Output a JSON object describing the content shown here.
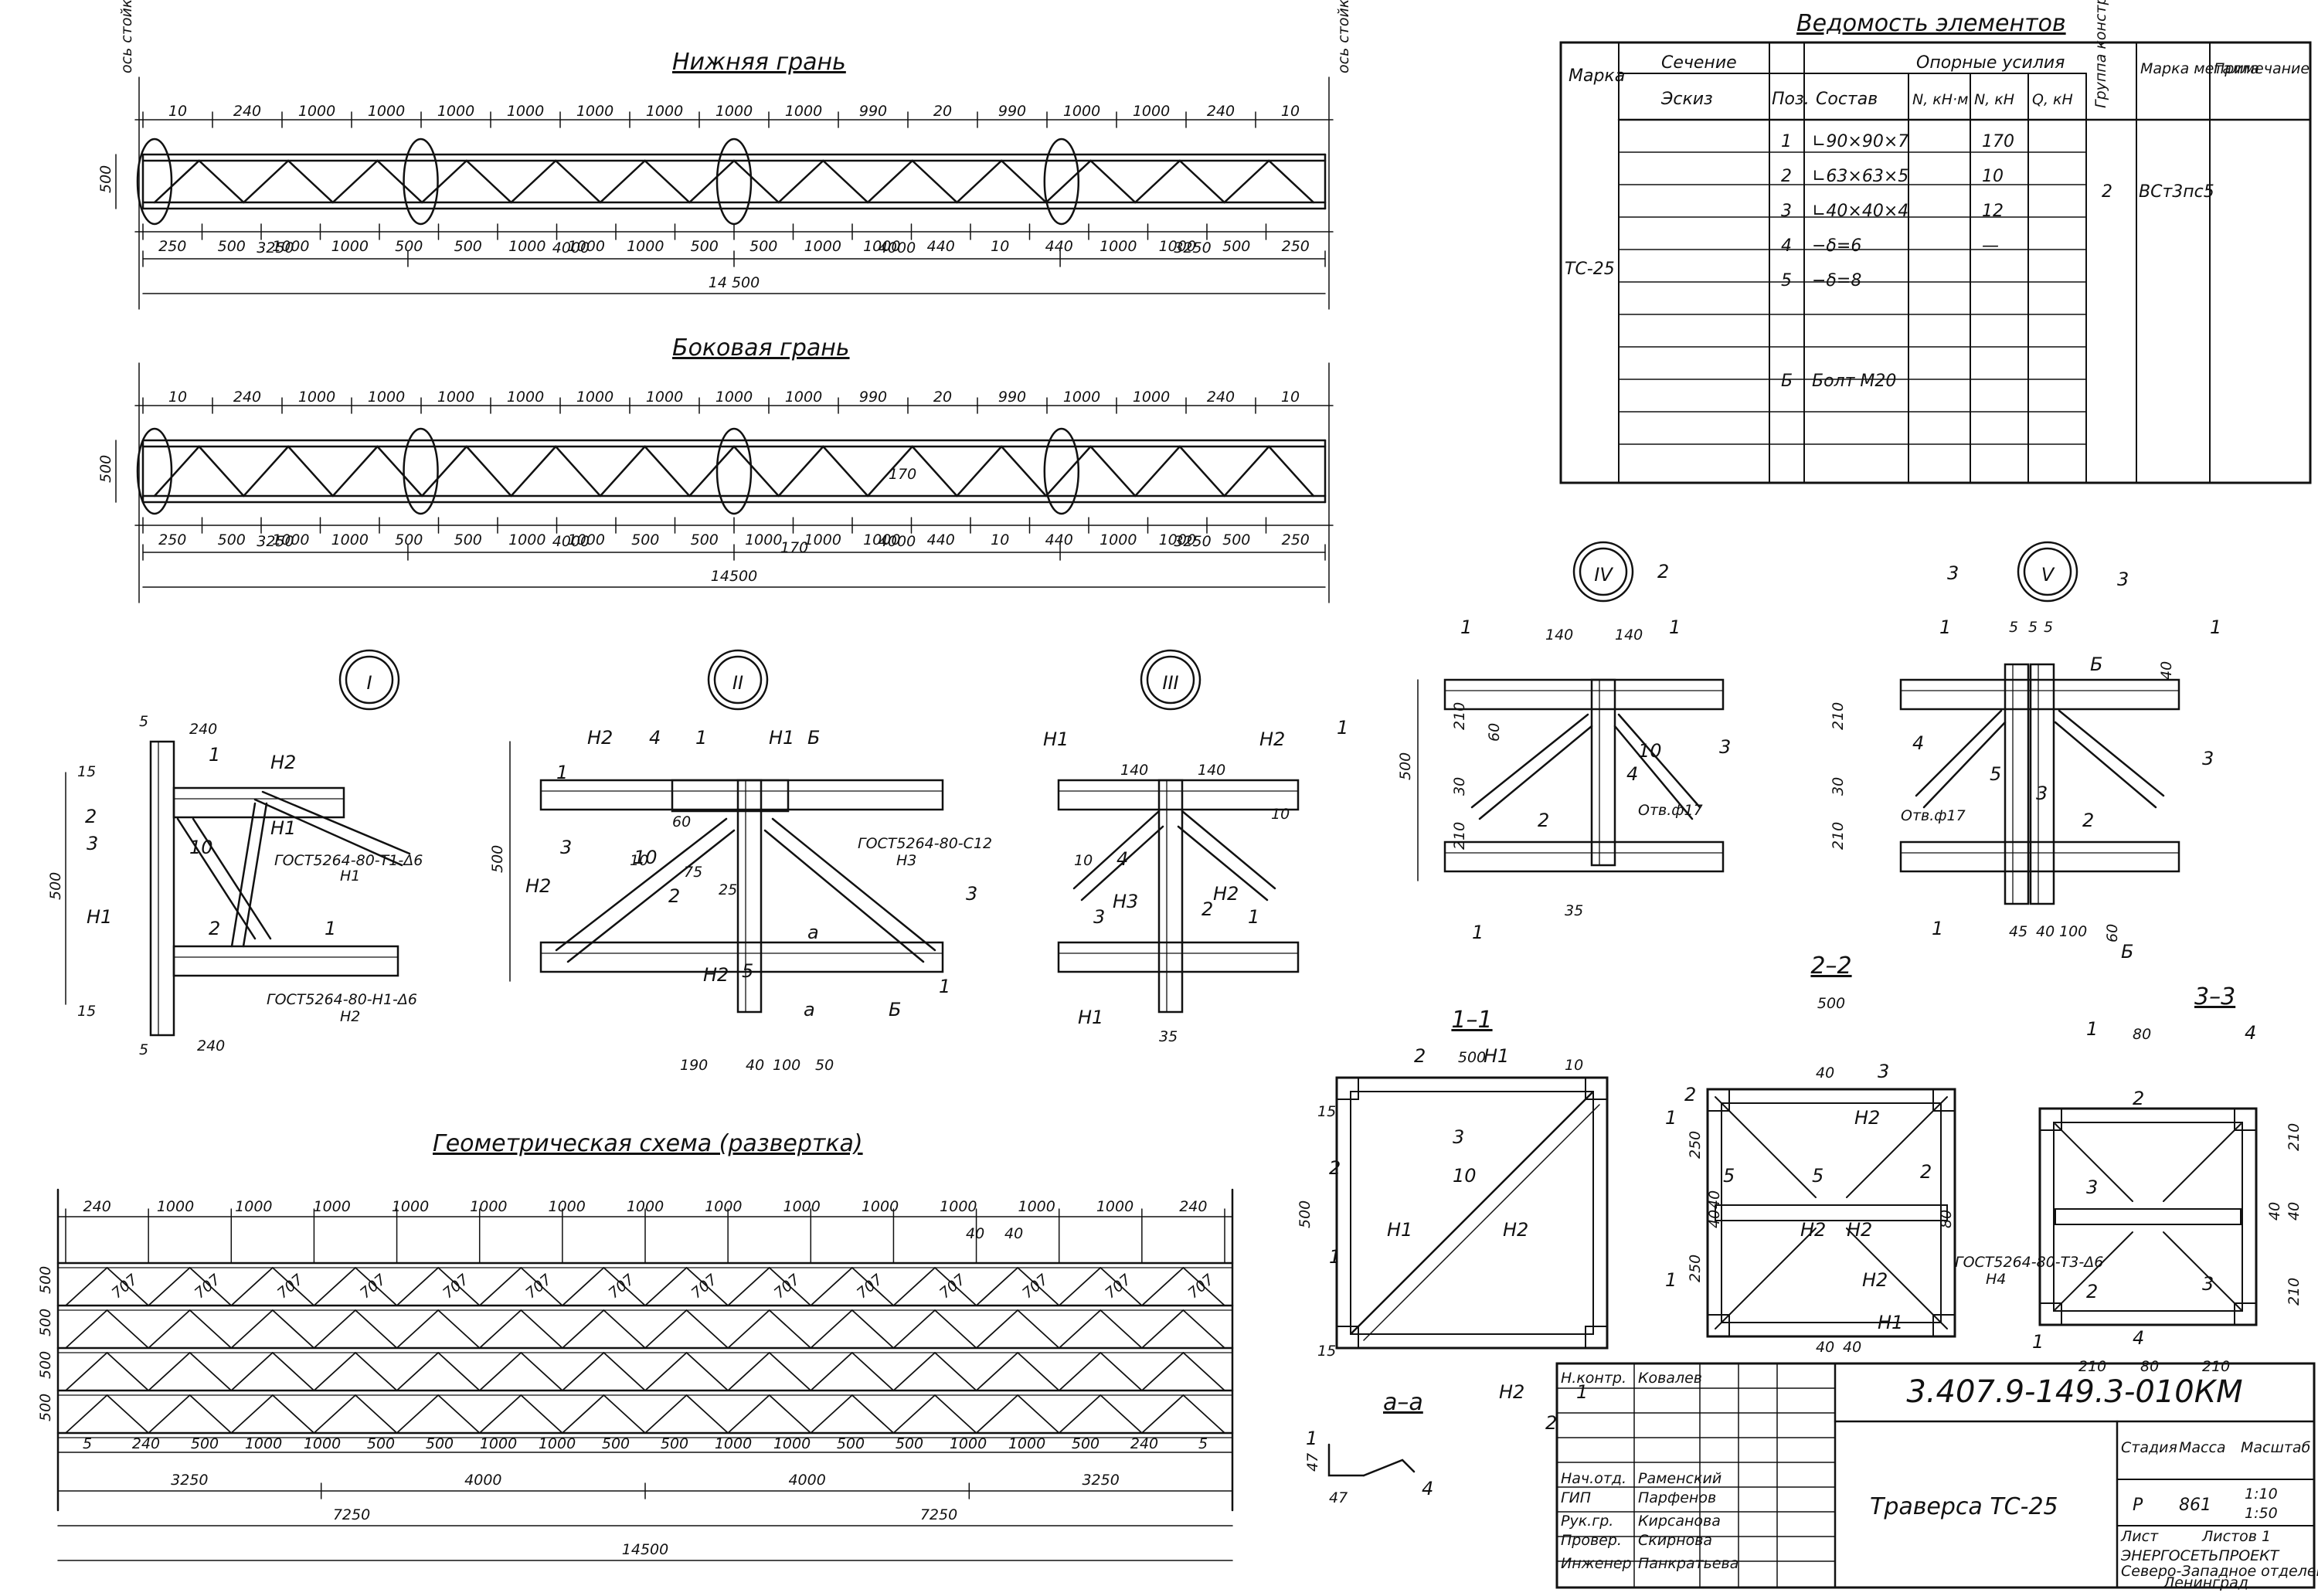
{
  "views": {
    "bottom": {
      "title": "Нижняя грань",
      "axis_left": "ось стойки",
      "axis_right": "ось стойки",
      "top_dims": [
        "10",
        "240",
        "1000",
        "1000",
        "1000",
        "1000",
        "1000",
        "1000",
        "1000",
        "1000",
        "990",
        "20",
        "990",
        "1000",
        "1000",
        "240",
        "10"
      ],
      "bot_dims": [
        "250",
        "500",
        "1000",
        "1000",
        "500",
        "500",
        "1000",
        "1000",
        "1000",
        "500",
        "500",
        "1000",
        "1000",
        "440",
        "10",
        "440",
        "1000",
        "1000",
        "500",
        "250"
      ],
      "span_dims": [
        "3250",
        "4000",
        "4000",
        "3250"
      ],
      "total": "14 500",
      "height": "500"
    },
    "side": {
      "title": "Боковая грань",
      "top_dims": [
        "10",
        "240",
        "1000",
        "1000",
        "1000",
        "1000",
        "1000",
        "1000",
        "1000",
        "1000",
        "990",
        "20",
        "990",
        "1000",
        "1000",
        "240",
        "10"
      ],
      "bot_dims": [
        "250",
        "500",
        "1000",
        "1000",
        "500",
        "500",
        "1000",
        "1000",
        "500",
        "500",
        "1000",
        "1000",
        "1000",
        "440",
        "10",
        "440",
        "1000",
        "1000",
        "500",
        "250"
      ],
      "span_dims": [
        "3250",
        "4000",
        "4000",
        "3250"
      ],
      "total": "14500",
      "height": "500",
      "inner": [
        "170",
        "170"
      ]
    },
    "geometry": {
      "title": "Геометрическая схема (развертка)",
      "top_dims": [
        "240",
        "1000",
        "1000",
        "1000",
        "1000",
        "1000",
        "1000",
        "1000",
        "1000",
        "1000",
        "1000",
        "1000",
        "1000",
        "1000",
        "240"
      ],
      "bot_dims": [
        "5",
        "240",
        "500",
        "1000",
        "1000",
        "500",
        "500",
        "1000",
        "1000",
        "500",
        "500",
        "1000",
        "1000",
        "500",
        "500",
        "1000",
        "1000",
        "500",
        "240",
        "5"
      ],
      "diag": "707",
      "row_h": "500",
      "gap": "40",
      "span_dims": [
        "3250",
        "4000",
        "4000",
        "3250"
      ],
      "half_dims": [
        "7250",
        "7250"
      ],
      "total": "14500"
    }
  },
  "nodes": {
    "n1": {
      "mark": "I",
      "note1": "ГОСТ5264-80-Т1-Δ6",
      "sub1": "Н1",
      "note2": "ГОСТ5264-80-Н1-Δ6",
      "sub2": "Н2",
      "dims": [
        "240",
        "240",
        "500",
        "15",
        "15",
        "5",
        "5"
      ],
      "labels": [
        "1",
        "2",
        "3",
        "10",
        "Н1",
        "Н2",
        "Н1",
        "2",
        "1"
      ]
    },
    "n2": {
      "mark": "II",
      "note1": "ГОСТ5264-80-С12",
      "sub1": "Н3",
      "dims": [
        "190",
        "40",
        "100",
        "50",
        "500",
        "75",
        "25",
        "60",
        "10"
      ],
      "labels": [
        "Н2",
        "4",
        "1",
        "Н1",
        "Б",
        "Н2",
        "1",
        "3",
        "10",
        "2",
        "5",
        "Н2",
        "а",
        "а",
        "Б",
        "3",
        "1"
      ]
    },
    "n3": {
      "mark": "III",
      "dims": [
        "140",
        "140",
        "35",
        "10",
        "10"
      ],
      "labels": [
        "Н1",
        "Н2",
        "1",
        "4",
        "Н3",
        "3",
        "2",
        "Н2",
        "1",
        "Н1"
      ]
    },
    "n4": {
      "mark": "IV",
      "cut": "2",
      "hole": "Отв.ф17",
      "dims": [
        "140",
        "140",
        "210",
        "30",
        "210",
        "500",
        "60",
        "35"
      ],
      "labels": [
        "1",
        "1",
        "3",
        "2",
        "4",
        "1",
        "10"
      ]
    },
    "n5": {
      "mark": "V",
      "cut": "3",
      "hole": "Отв.ф17",
      "dims": [
        "5",
        "5",
        "5",
        "210",
        "30",
        "210",
        "40",
        "45",
        "40",
        "100",
        "60"
      ],
      "labels": [
        "1",
        "1",
        "Б",
        "4",
        "5",
        "2",
        "3",
        "1",
        "Б",
        "3"
      ]
    }
  },
  "sections": {
    "s11": {
      "title": "1–1",
      "dims": [
        "500",
        "10",
        "500",
        "15",
        "15"
      ],
      "labels": [
        "2",
        "Н1",
        "3",
        "10",
        "Н1",
        "Н2",
        "2",
        "1",
        "Н2",
        "2",
        "1"
      ]
    },
    "s22": {
      "title": "2–2",
      "dims": [
        "500",
        "40",
        "250",
        "250",
        "40",
        "40",
        "80",
        "40",
        "40"
      ],
      "note": "ГОСТ5264-80-Т3-Δ6",
      "sub": "Н4",
      "labels": [
        "1",
        "2",
        "3",
        "Н2",
        "5",
        "2",
        "Н2",
        "Н2",
        "1",
        "5",
        "Н2",
        "Н1"
      ]
    },
    "s33": {
      "title": "3–3",
      "dims": [
        "80",
        "210",
        "80",
        "210",
        "210",
        "40",
        "40",
        "210"
      ],
      "labels": [
        "1",
        "2",
        "4",
        "3",
        "2",
        "1",
        "4",
        "3"
      ]
    },
    "saa": {
      "title": "а–а",
      "dims": [
        "47",
        "47"
      ],
      "labels": [
        "1",
        "4"
      ]
    }
  },
  "spec": {
    "title": "Ведомость элементов",
    "head": {
      "mark": "Марка",
      "section": "Сечение",
      "sketch": "Эскиз",
      "pos": "Поз.",
      "comp": "Состав",
      "forces": "Опорные усилия",
      "f1": "N, кН·м",
      "f2": "N, кН",
      "f3": "Q, кН",
      "group": "Группа констр.",
      "steel": "Марка металла",
      "note": "Примечание"
    },
    "mark_value": "ТС-25",
    "rows": [
      {
        "pos": "1",
        "comp": "∟90×90×7",
        "n": "170"
      },
      {
        "pos": "2",
        "comp": "∟63×63×5",
        "n": "10"
      },
      {
        "pos": "3",
        "comp": "∟40×40×4",
        "n": "12"
      },
      {
        "pos": "4",
        "comp": "−δ=6",
        "n": "—"
      },
      {
        "pos": "5",
        "comp": "−δ=8",
        "n": ""
      },
      {
        "pos": "Б",
        "comp": "Болт М20",
        "n": ""
      }
    ],
    "group_value": "2",
    "steel_value": "ВСт3пс5"
  },
  "stamp": {
    "code": "3.407.9-149.3-010КМ",
    "name": "Траверса ТС-25",
    "roles": [
      "Н.контр.",
      "Нач.отд.",
      "ГИП",
      "Рук.гр.",
      "Провер.",
      "Инженер"
    ],
    "people": [
      "Ковалев",
      "Раменский",
      "Парфенов",
      "Кирсанова",
      "Скирнова",
      "Панкратьева"
    ],
    "stage_h": "Стадия",
    "mass_h": "Масса",
    "scale_h": "Масштаб",
    "stage": "Р",
    "mass": "861",
    "scale1": "1:10",
    "scale2": "1:50",
    "sheet": "Лист",
    "sheets": "Листов 1",
    "org1": "ЭНЕРГОСЕТЬПРОЕКТ",
    "org2": "Северо-Западное отделение",
    "org3": "Ленинград"
  }
}
